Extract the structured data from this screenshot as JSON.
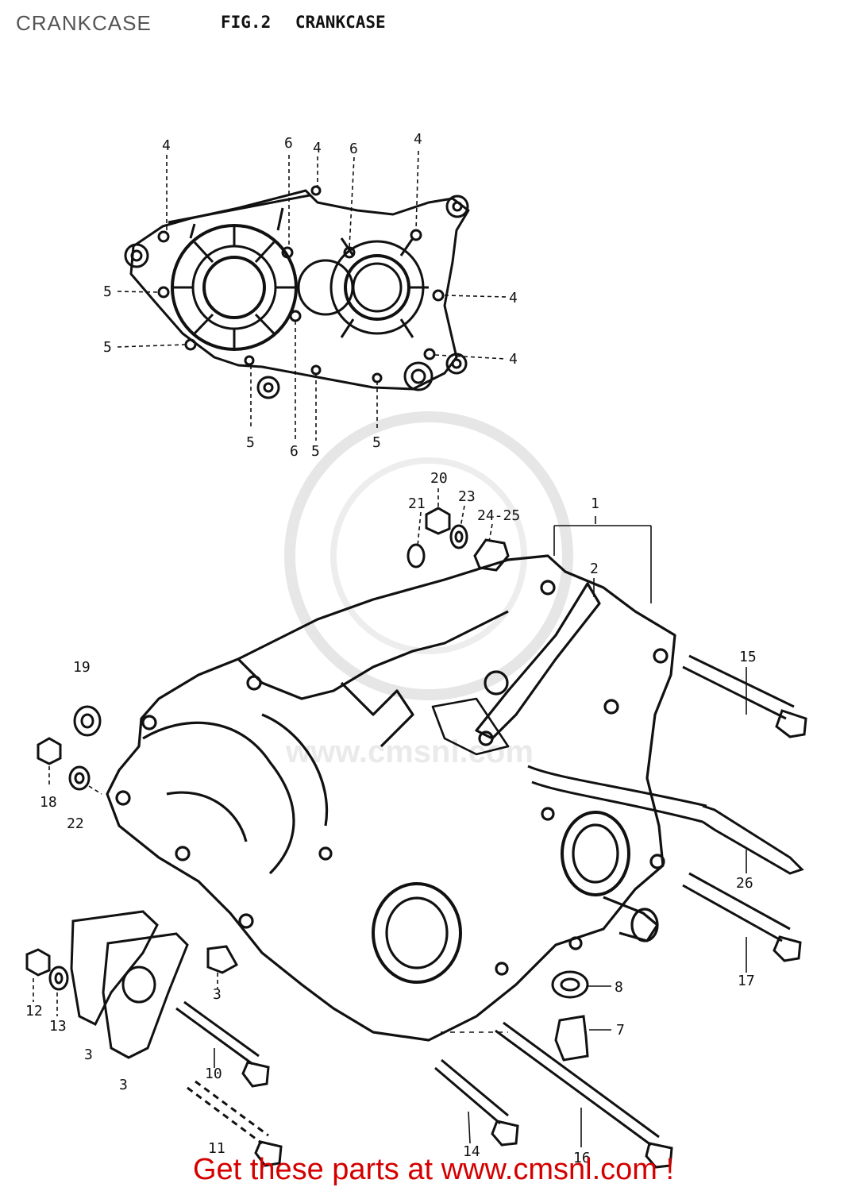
{
  "page_label": "CRANKCASE",
  "figure": {
    "number": "FIG.2",
    "title": "CRANKCASE"
  },
  "watermark": "www.cmsnl.com",
  "banner": "Get these parts at www.cmsnl.com !",
  "callouts": {
    "top_4a": "4",
    "top_6a": "6",
    "top_4b": "4",
    "top_6b": "6",
    "top_4c": "4",
    "left_5a": "5",
    "left_5b": "5",
    "right_4a": "4",
    "right_4b": "4",
    "bot_5a": "5",
    "bot_6": "6",
    "bot_5b": "5",
    "bot_5c": "5",
    "p20": "20",
    "p21": "21",
    "p23": "23",
    "p2425": "24-25",
    "p1": "1",
    "p2": "2",
    "p15": "15",
    "p19": "19",
    "p18": "18",
    "p22": "22",
    "p26": "26",
    "p17": "17",
    "p8": "8",
    "p7": "7",
    "p3a": "3",
    "p3b": "3",
    "p3c": "3",
    "p12": "12",
    "p13": "13",
    "p10": "10",
    "p11": "11",
    "p14": "14",
    "p16": "16"
  },
  "colors": {
    "ink": "#111111",
    "banner": "#d40000",
    "label": "#555555"
  }
}
